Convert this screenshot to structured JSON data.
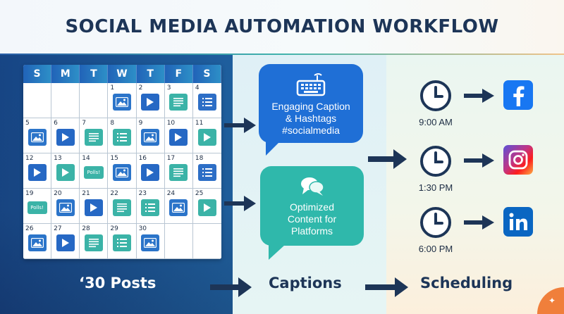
{
  "title": "SOCIAL MEDIA AUTOMATION WORKFLOW",
  "calendar": {
    "weekdays": [
      "S",
      "M",
      "T",
      "W",
      "T",
      "F",
      "S"
    ],
    "days": [
      {
        "num": "",
        "type": ""
      },
      {
        "num": "",
        "type": ""
      },
      {
        "num": "",
        "type": ""
      },
      {
        "num": "1",
        "type": "image"
      },
      {
        "num": "2",
        "type": "video"
      },
      {
        "num": "3",
        "type": "text"
      },
      {
        "num": "4",
        "type": "list-blue"
      },
      {
        "num": "5",
        "type": "image"
      },
      {
        "num": "6",
        "type": "video"
      },
      {
        "num": "7",
        "type": "text"
      },
      {
        "num": "8",
        "type": "list"
      },
      {
        "num": "9",
        "type": "image"
      },
      {
        "num": "10",
        "type": "video"
      },
      {
        "num": "11",
        "type": "video-teal"
      },
      {
        "num": "12",
        "type": "video"
      },
      {
        "num": "13",
        "type": "video-teal"
      },
      {
        "num": "14",
        "type": "poll",
        "label": "Polls!"
      },
      {
        "num": "15",
        "type": "image"
      },
      {
        "num": "16",
        "type": "video"
      },
      {
        "num": "17",
        "type": "text"
      },
      {
        "num": "18",
        "type": "list-blue"
      },
      {
        "num": "19",
        "type": "poll",
        "label": "Polls!"
      },
      {
        "num": "20",
        "type": "image"
      },
      {
        "num": "21",
        "type": "video"
      },
      {
        "num": "22",
        "type": "text"
      },
      {
        "num": "23",
        "type": "list"
      },
      {
        "num": "24",
        "type": "image"
      },
      {
        "num": "25",
        "type": "video-teal"
      },
      {
        "num": "26",
        "type": "image"
      },
      {
        "num": "27",
        "type": "video"
      },
      {
        "num": "28",
        "type": "text"
      },
      {
        "num": "29",
        "type": "list"
      },
      {
        "num": "30",
        "type": "image"
      },
      {
        "num": "",
        "type": ""
      },
      {
        "num": "",
        "type": ""
      }
    ]
  },
  "caption_bubble": {
    "lines": [
      "Engaging Caption",
      "& Hashtags",
      "#socialmedia"
    ],
    "icon": "keyboard-icon"
  },
  "optimized_bubble": {
    "lines": [
      "Optimized",
      "Content for",
      "Platforms"
    ],
    "icon": "chat-bubbles-icon"
  },
  "schedule": [
    {
      "time": "9:00 AM",
      "platform": "facebook-icon"
    },
    {
      "time": "1:30 PM",
      "platform": "instagram-icon"
    },
    {
      "time": "6:00 PM",
      "platform": "linkedin-icon"
    }
  ],
  "stages": {
    "posts": "‘30 Posts",
    "captions": "Captions",
    "scheduling": "Scheduling"
  },
  "colors": {
    "navy": "#1d3557",
    "blue": "#1f6fd6",
    "teal": "#2fb8ab",
    "facebook": "#1877f2",
    "linkedin": "#0a66c2",
    "accent": "#f07f3b"
  }
}
